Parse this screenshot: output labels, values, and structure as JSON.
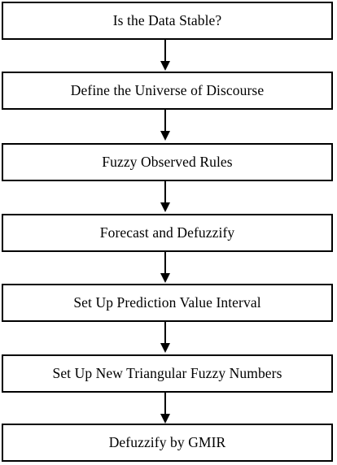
{
  "flowchart": {
    "steps": [
      {
        "label": "Is the Data Stable?"
      },
      {
        "label": "Define the Universe of Discourse"
      },
      {
        "label": "Fuzzy Observed Rules"
      },
      {
        "label": "Forecast and Defuzzify"
      },
      {
        "label": "Set Up Prediction Value Interval"
      },
      {
        "label": "Set Up New Triangular Fuzzy Numbers"
      },
      {
        "label": "Defuzzify by GMIR"
      }
    ],
    "colors": {
      "stroke": "#000000",
      "background": "#ffffff"
    }
  }
}
